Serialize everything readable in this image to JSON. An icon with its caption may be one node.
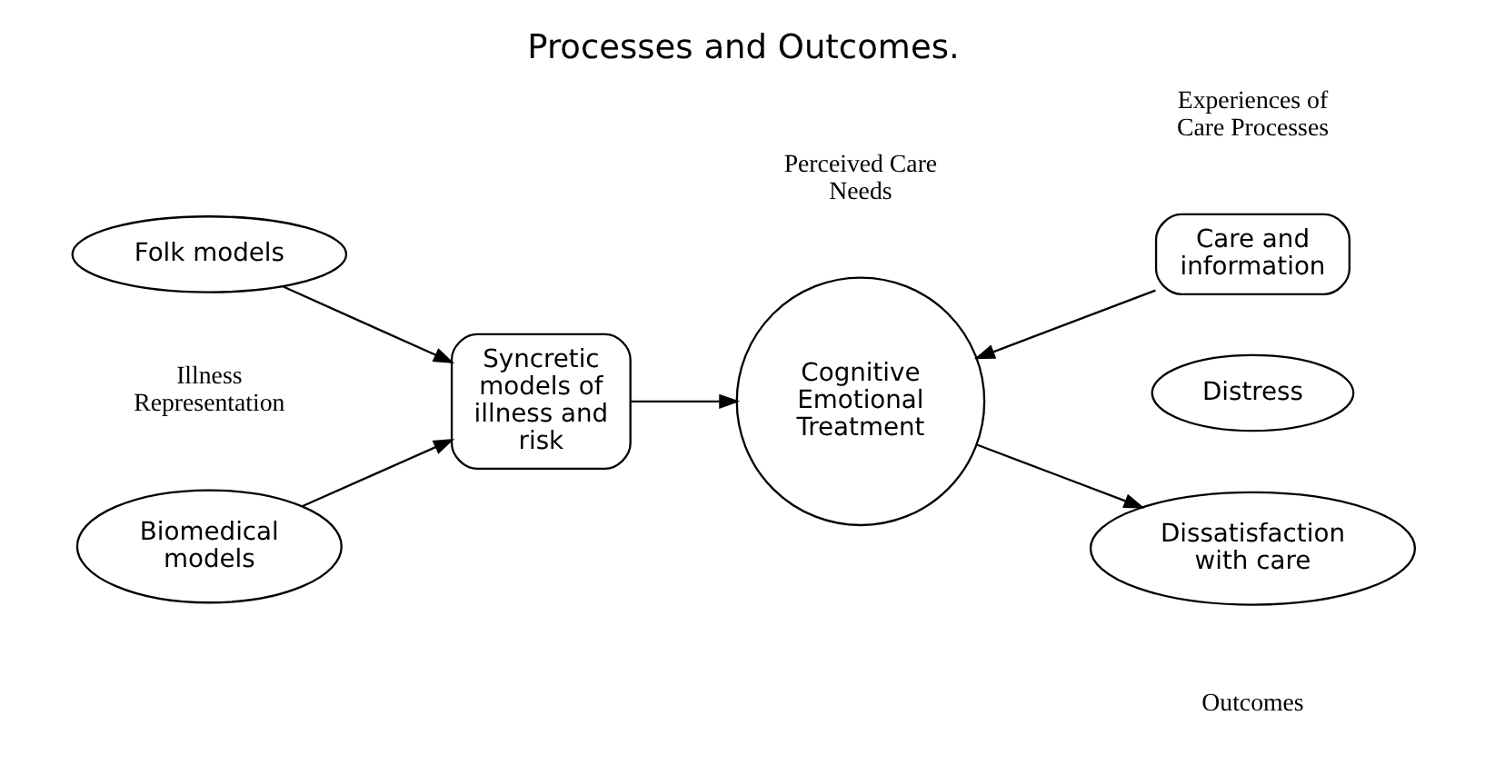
{
  "diagram": {
    "title": "Processes and Outcomes.",
    "nodes": [
      {
        "text": [
          "Biomedical models"
        ]
      },
      {
        "text": [
          "Folk models"
        ]
      },
      {
        "text": [
          "Syncretic models of illness and risk"
        ]
      },
      {
        "text": [
          "Cognitive",
          "Emotional",
          "Treatment"
        ]
      },
      {
        "text": [
          "Care and information"
        ]
      },
      {
        "text": [
          "Distress"
        ]
      },
      {
        "text": [
          "Dissatisfaction with care"
        ]
      }
    ],
    "edges": [
      {
        "from": 0,
        "to": 2,
        "arrow": "to"
      },
      {
        "from": 1,
        "to": 2,
        "arrow": "to"
      },
      {
        "from": 2,
        "to": 3,
        "arrow": "to"
      },
      {
        "from": 4,
        "to": 3,
        "arrow": "to"
      },
      {
        "from": 3,
        "to": 6,
        "arrow": "to"
      }
    ],
    "labels": [
      "Illness Representation",
      "Perceived Care Needs",
      "Experiences of Care Processes",
      "Outcomes"
    ]
  }
}
